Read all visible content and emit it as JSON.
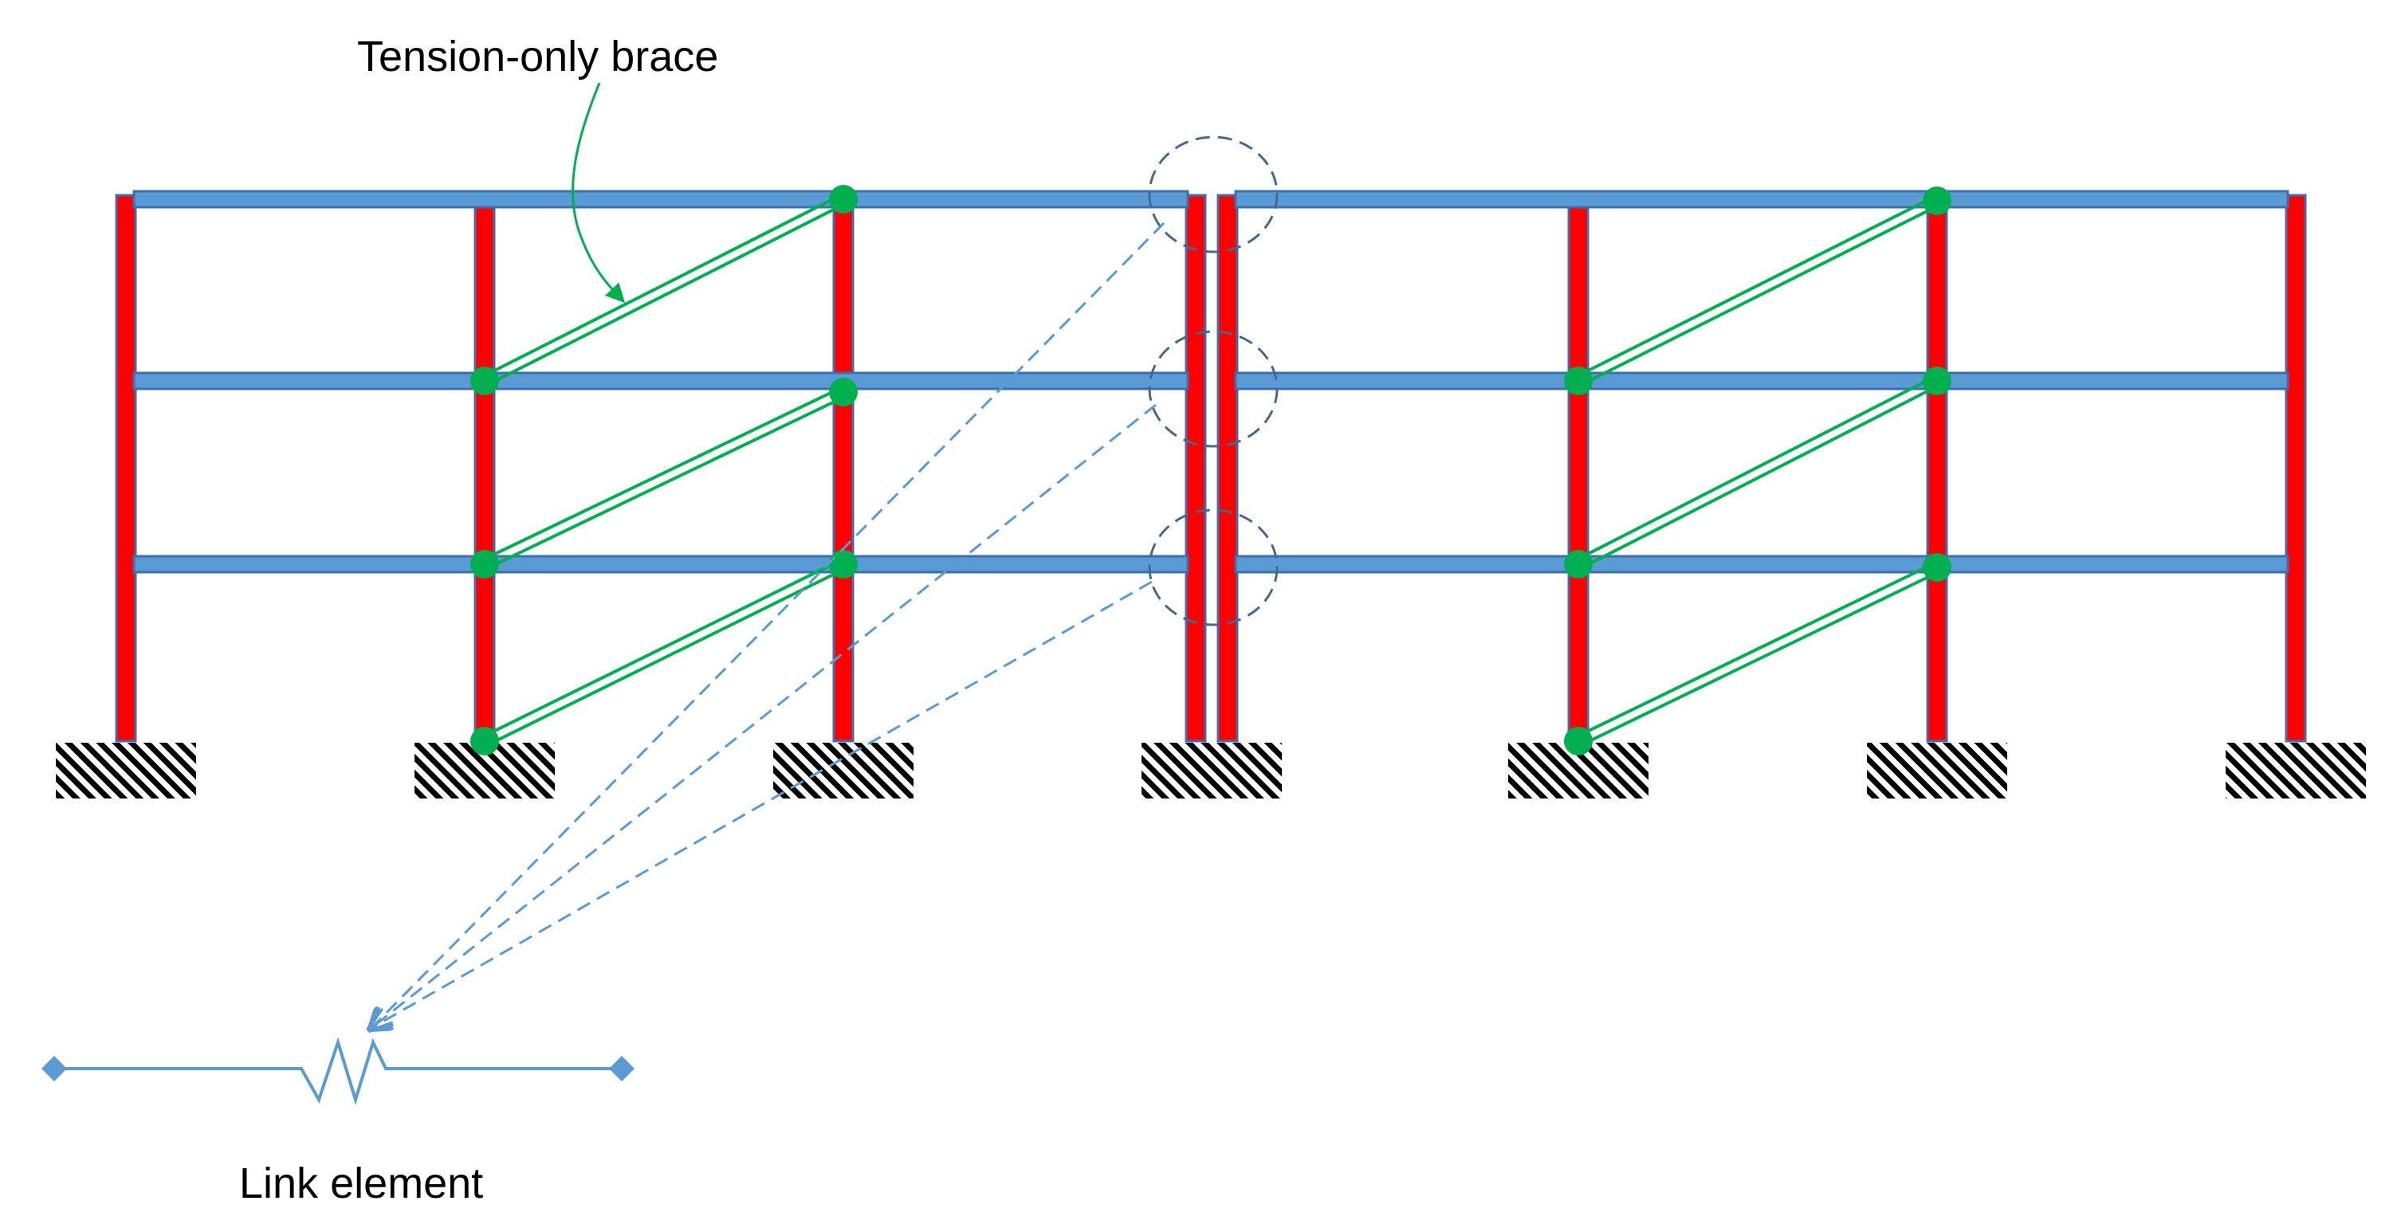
{
  "labels": {
    "brace": "Tension-only brace",
    "link": "Link element"
  },
  "colors": {
    "beam": "#5b9bd5",
    "beam_outline": "#3b6fb0",
    "column": "#ff0000",
    "column_outline": "#3b6fb0",
    "brace": "#00b050",
    "node": "#00b050",
    "leader": "#5b9bd5",
    "callout": "#44698e",
    "link": "#5b9bd5",
    "support_hatch": "#000000"
  },
  "icons": {
    "support": "fixed-support-hatch-icon",
    "node": "pin-node-icon",
    "link_end": "diamond-node-icon",
    "spring": "spring-zigzag-icon"
  },
  "structure": {
    "frames": 2,
    "stories": 3,
    "bays_per_frame": 3,
    "braced_bay_left_frame": 2,
    "braced_bay_right_frame": 2,
    "links_between_frames": 3,
    "brace_type": "tension-only"
  }
}
